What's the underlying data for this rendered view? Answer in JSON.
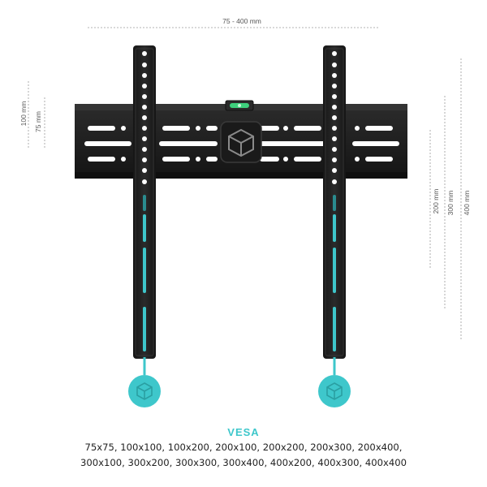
{
  "dimensions": {
    "horizontal": "75 - 400 mm",
    "left_100": "100 mm",
    "left_75": "75 mm",
    "right_200": "200 mm",
    "right_300": "300 mm",
    "right_400": "400 mm"
  },
  "vesa": {
    "title": "VESA",
    "line1": "75x75, 100x100, 100x200, 200x100, 200x200, 200x300, 200x400,",
    "line2": "300x100, 300x200, 300x300, 300x400,  400x200, 400x300, 400x400"
  },
  "colors": {
    "accent": "#3ec7cb",
    "metal": "#1e1e1e",
    "dimension_line": "#9a9a9a",
    "level_bubble": "#3ecf7c"
  },
  "icons": {
    "brand_logo": "cube-logo-icon",
    "knob": "cube-logo-icon"
  }
}
